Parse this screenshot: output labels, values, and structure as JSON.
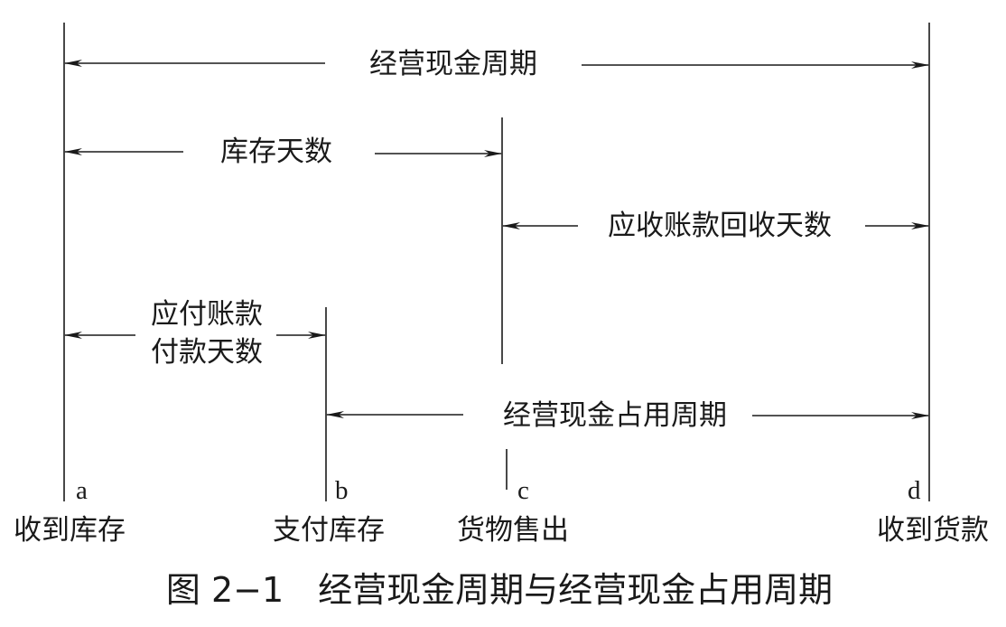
{
  "diagram": {
    "spans": {
      "operating_cycle": "经营现金周期",
      "inventory_days": "库存天数",
      "receivable_days": "应收账款回收天数",
      "payable_line1": "应付账款",
      "payable_line2": "付款天数",
      "cash_occupation_cycle": "经营现金占用周期"
    },
    "points": {
      "a": {
        "letter": "a",
        "label": "收到库存"
      },
      "b": {
        "letter": "b",
        "label": "支付库存"
      },
      "c": {
        "letter": "c",
        "label": "货物售出"
      },
      "d": {
        "letter": "d",
        "label": "收到货款"
      }
    },
    "caption": "图 2−1　经营现金周期与经营现金占用周期"
  }
}
